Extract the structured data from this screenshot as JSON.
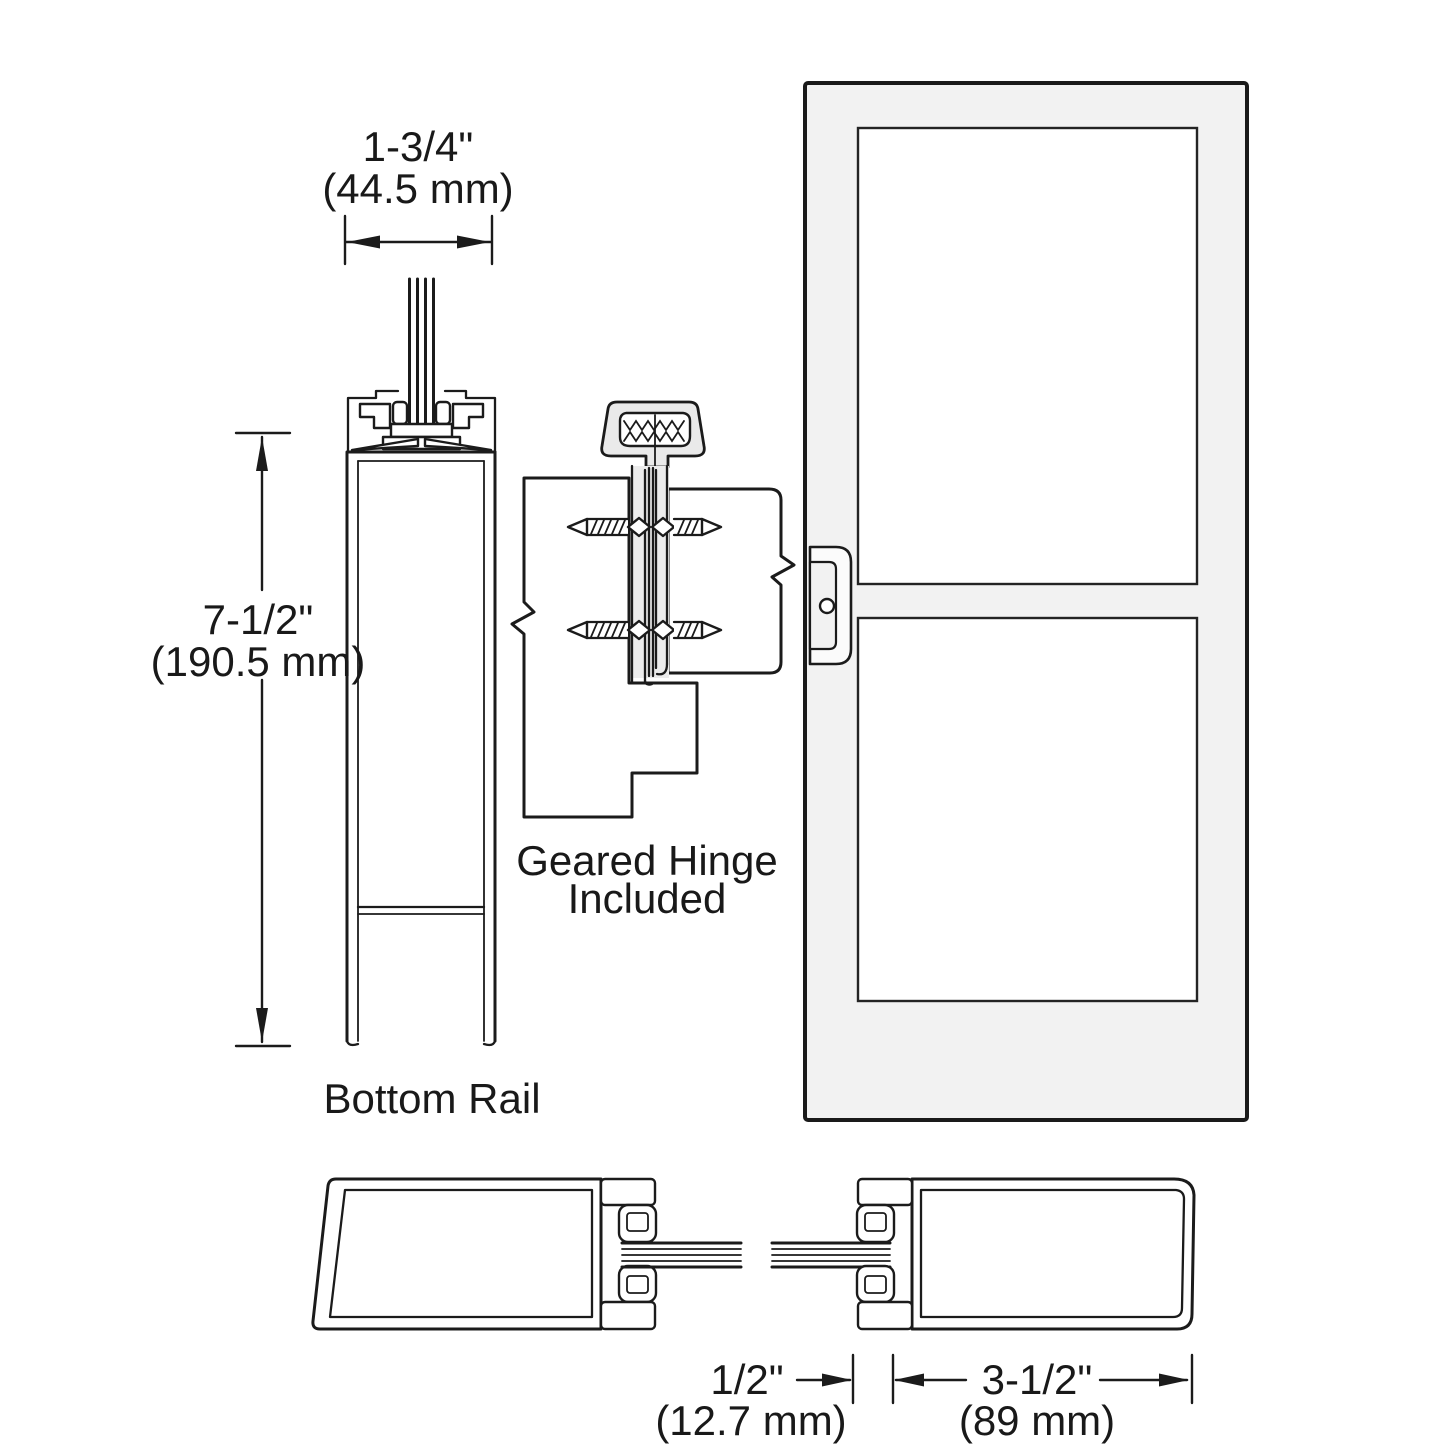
{
  "page": {
    "background": "#ffffff",
    "kind": "door hardware technical line drawing"
  },
  "views": {
    "bottom_rail_section": {
      "label": "Bottom Rail",
      "width_dim": {
        "imperial": "1-3/4\"",
        "metric": "(44.5 mm)"
      },
      "height_dim": {
        "imperial": "7-1/2\"",
        "metric": "(190.5 mm)"
      }
    },
    "hinge_detail": {
      "label_line1": "Geared Hinge",
      "label_line2": "Included"
    },
    "stile_section": {
      "glass_inset_dim": {
        "imperial": "1/2\"",
        "metric": "(12.7 mm)"
      },
      "stile_width_dim": {
        "imperial": "3-1/2\"",
        "metric": "(89 mm)"
      }
    }
  },
  "colors": {
    "line": "#1b1b1b",
    "door_frame_fill": "#f2f2f2",
    "text": "#191919",
    "hinge_fill": "#eaeaea"
  }
}
